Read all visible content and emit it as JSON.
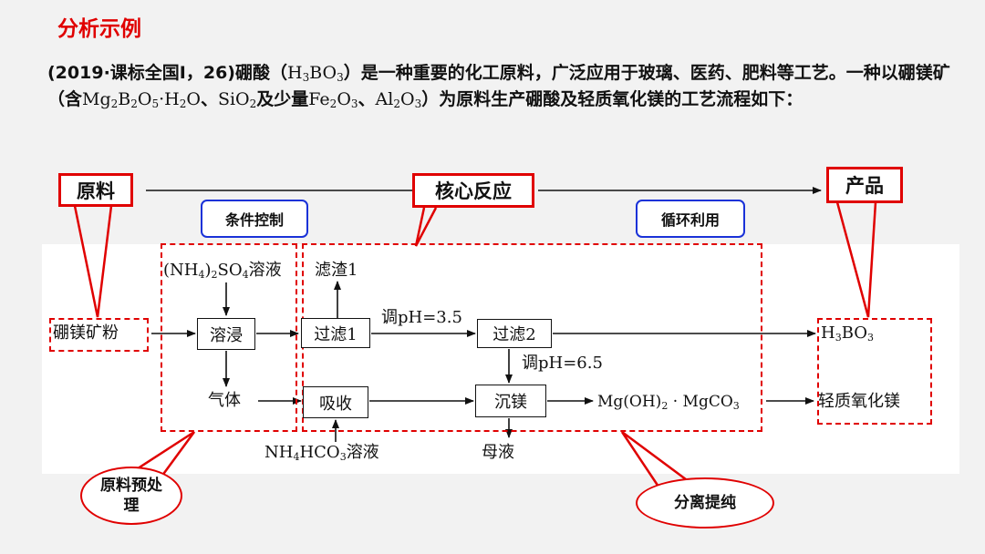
{
  "heading": "分析示例",
  "problem": {
    "p1": "(2019·课标全国Ⅰ，26)硼酸（",
    "p2": "）是一种重要的化工原料，广泛应用于玻璃、医药、肥料等工艺。一种以硼镁矿（含",
    "p3": "、",
    "p4": "及少量",
    "p5": "、",
    "p6": "）为原料生产硼酸及轻质氧化镁的工艺流程如下："
  },
  "labels": {
    "raw": "原料",
    "core": "核心反应",
    "product": "产品",
    "condition": "条件控制",
    "recycle": "循环利用",
    "pretreat": "原料预处理",
    "separate": "分离提纯"
  },
  "flow": {
    "ore": "硼镁矿粉",
    "leach": "溶浸",
    "filter1": "过滤1",
    "filter2": "过滤2",
    "absorb": "吸收",
    "precip": "沉镁",
    "residue": "滤渣1",
    "gas": "气体",
    "ph1": "调pH=3.5",
    "ph2": "调pH=6.5",
    "mother": "母液",
    "product_mgo": "轻质氧化镁",
    "solution_word": "溶液",
    "dot": "·"
  }
}
